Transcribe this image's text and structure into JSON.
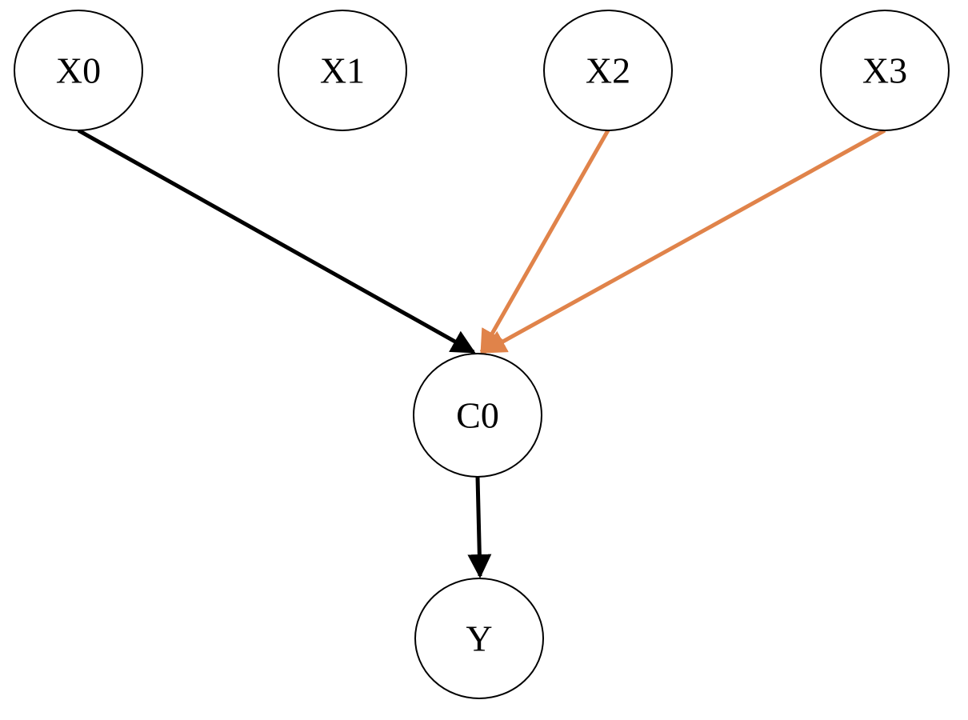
{
  "nodes": {
    "x0": "X0",
    "x1": "X1",
    "x2": "X2",
    "x3": "X3",
    "c0": "C0",
    "y": "Y"
  },
  "edges": [
    {
      "from": "X0",
      "to": "C0",
      "color": "#000000"
    },
    {
      "from": "X2",
      "to": "C0",
      "color": "#e0834a"
    },
    {
      "from": "X3",
      "to": "C0",
      "color": "#e0834a"
    },
    {
      "from": "C0",
      "to": "Y",
      "color": "#000000"
    }
  ],
  "colors": {
    "edge_default": "#000000",
    "edge_highlight": "#e0834a",
    "node_fill": "#ffffff",
    "node_stroke": "#000000"
  }
}
